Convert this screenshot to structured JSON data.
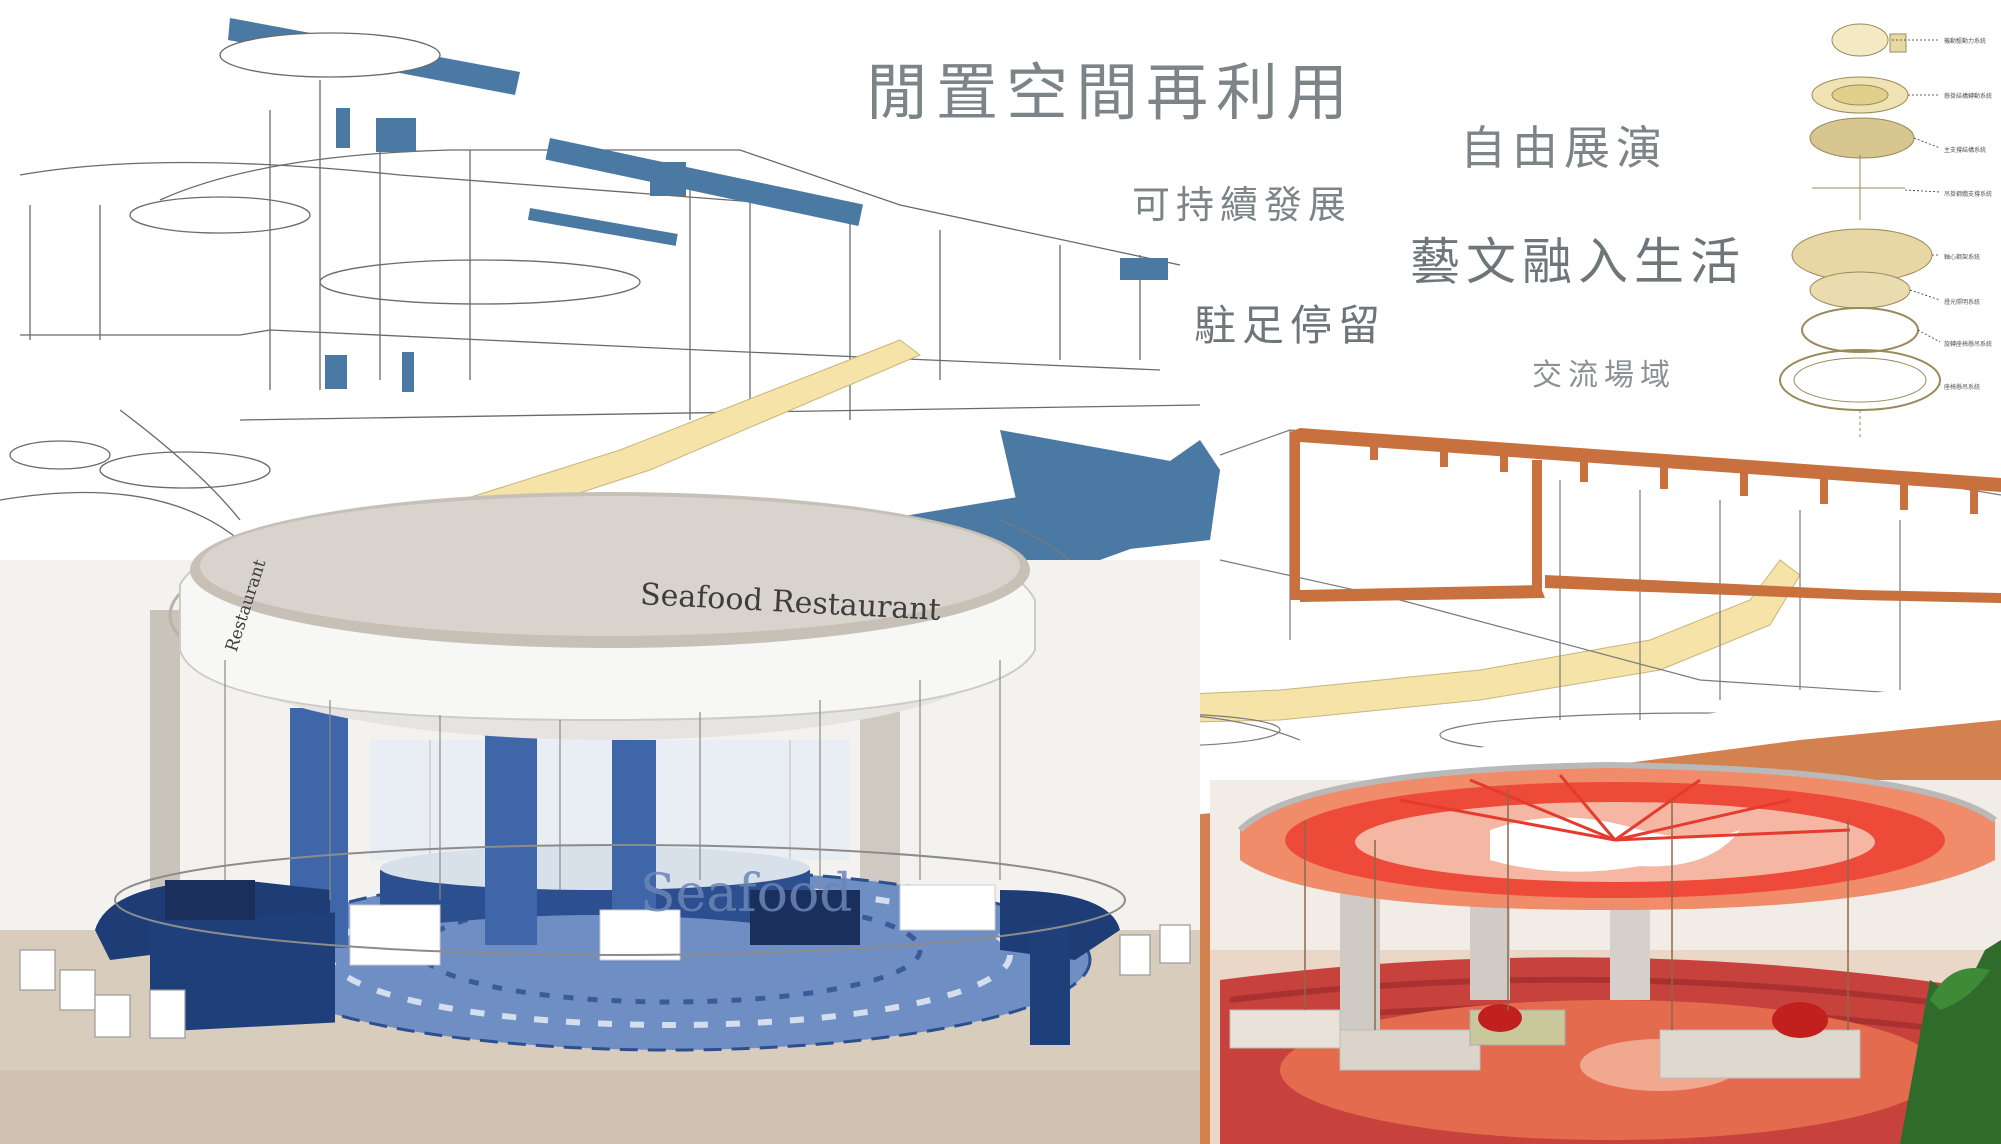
{
  "headings": {
    "main": "閒置空間再利用",
    "free_exhibition": "自由展演",
    "sustainable": "可持續發展",
    "arts_life": "藝文融入生活",
    "stay": "駐足停留",
    "exchange": "交流場域"
  },
  "restaurant": {
    "sign_front": "Seafood Restaurant",
    "sign_side": "Restaurant",
    "floor_text": "Seafood"
  },
  "exploded_diagram": {
    "labels": [
      "機動驅動力系統",
      "懸掛結構轉動系統",
      "主支撐結構系統",
      "吊掛鋼纜支撐系統",
      "軸心鋼架系統",
      "燈光照明系統",
      "旋轉座椅懸吊系統",
      "座椅懸吊系統"
    ]
  },
  "colors": {
    "steel_blue": "#4a7aa3",
    "ramp_yellow": "#f5e3a8",
    "rust_orange": "#c8703e",
    "restaurant_blue": "#2c4f8f",
    "lounge_red": "#e0503a",
    "concrete": "#d9d4cc"
  }
}
